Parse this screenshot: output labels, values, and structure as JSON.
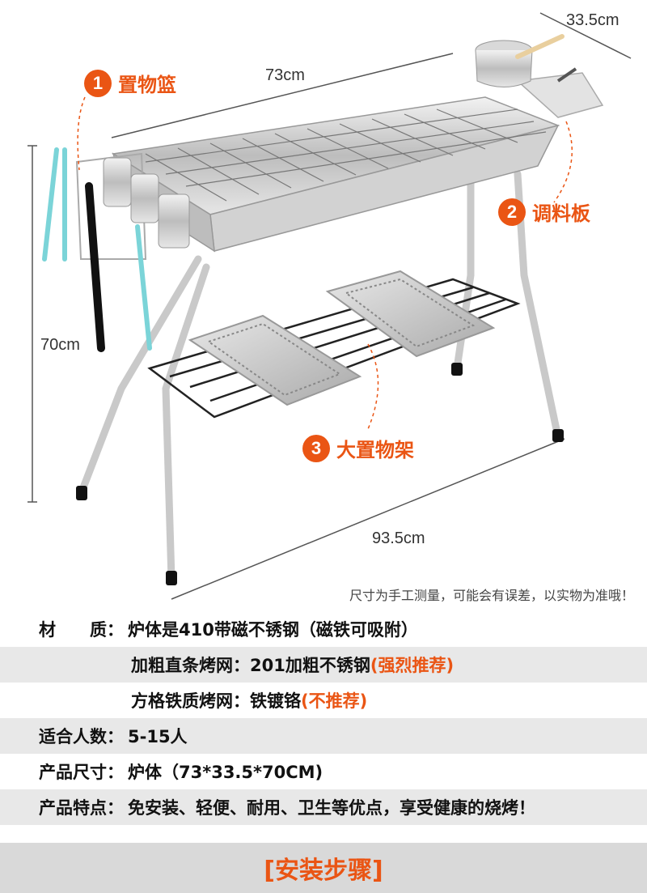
{
  "dimensions": {
    "depth": "33.5cm",
    "width": "73cm",
    "height": "70cm",
    "diagonal": "93.5cm"
  },
  "callouts": [
    {
      "num": "1",
      "label": "置物篮"
    },
    {
      "num": "2",
      "label": "调料板"
    },
    {
      "num": "3",
      "label": "大置物架"
    }
  ],
  "note": "尺寸为手工测量，可能会有误差，以实物为准哦！",
  "specs": {
    "material_label": "材　　质：",
    "material_value": "炉体是410带磁不锈钢（磁铁可吸附）",
    "grill1_label": "加粗直条烤网：",
    "grill1_value": "201加粗不锈钢",
    "grill1_tag": "(强烈推荐)",
    "grill2_label": "方格铁质烤网：",
    "grill2_value": "铁镀铬",
    "grill2_tag": "(不推荐)",
    "people_label": "适合人数：",
    "people_value": "5-15人",
    "size_label": "产品尺寸：",
    "size_value": "炉体（73*33.5*70CM)",
    "feature_label": "产品特点：",
    "feature_value": "免安装、轻便、耐用、卫生等优点，享受健康的烧烤！"
  },
  "footer": "[安装步骤]",
  "colors": {
    "accent": "#ea5514",
    "row_alt": "#e8e8e8"
  }
}
